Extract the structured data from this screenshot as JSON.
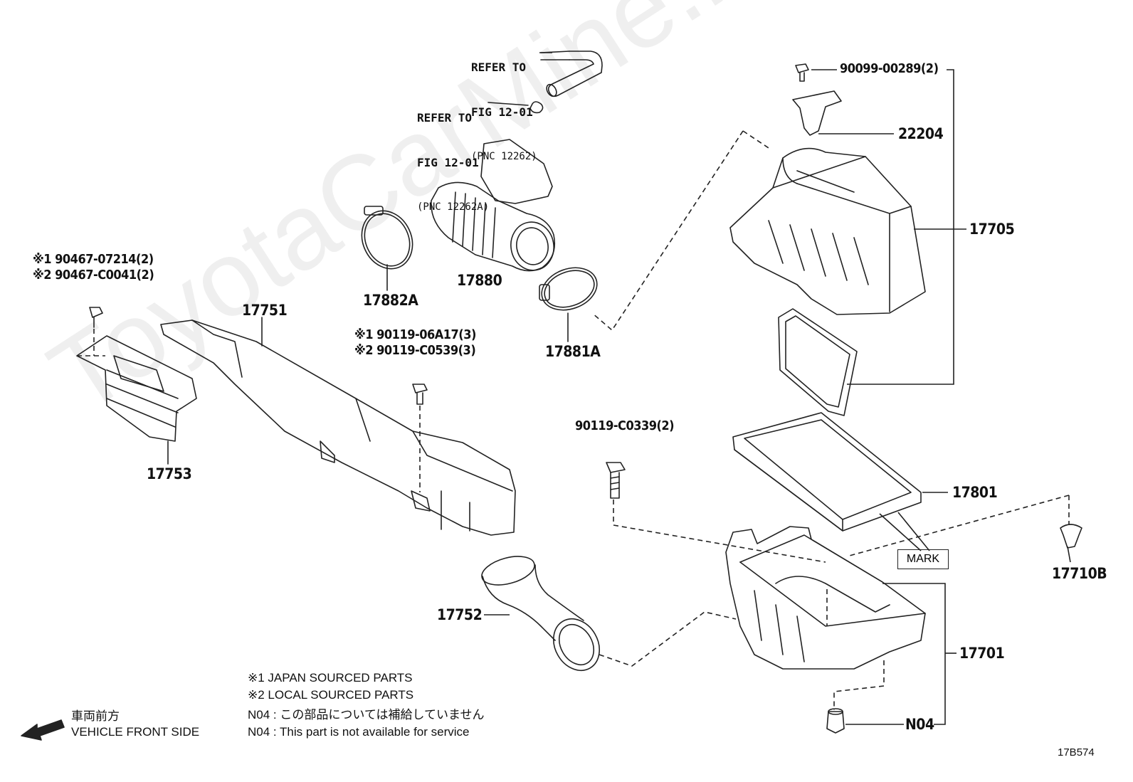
{
  "diagram_id": "17B574",
  "watermark": "ToyotaCarMine.ru",
  "references": [
    {
      "line1": "REFER TO",
      "line2": "FIG 12-01",
      "line3": "(PNC 12262)"
    },
    {
      "line1": "REFER TO",
      "line2": "FIG 12-01",
      "line3": "(PNC 12262A)"
    }
  ],
  "parts": {
    "p17880": "17880",
    "p17882A": "17882A",
    "p17881A": "17881A",
    "p17751": "17751",
    "p17753": "17753",
    "p17752": "17752",
    "p17705": "17705",
    "p22204": "22204",
    "p90099": "90099-00289(2)",
    "p17801": "17801",
    "p17701": "17701",
    "p17710B": "17710B",
    "pN04": "N04",
    "p90119c0339": "90119-C0339(2)",
    "mark": "MARK"
  },
  "multi_labels": {
    "clip_a_1": "※1 90467-07214(2)",
    "clip_a_2": "※2 90467-C0041(2)",
    "bolt_b_1": "※1 90119-06A17(3)",
    "bolt_b_2": "※2 90119-C0539(3)"
  },
  "notes": {
    "n1": "※1 JAPAN SOURCED PARTS",
    "n2": "※2 LOCAL SOURCED PARTS",
    "n3": "N04 : この部品については補給していません",
    "n4": "N04 : This part is not available for service"
  },
  "direction": {
    "jp": "車両前方",
    "en": "VEHICLE FRONT SIDE"
  }
}
